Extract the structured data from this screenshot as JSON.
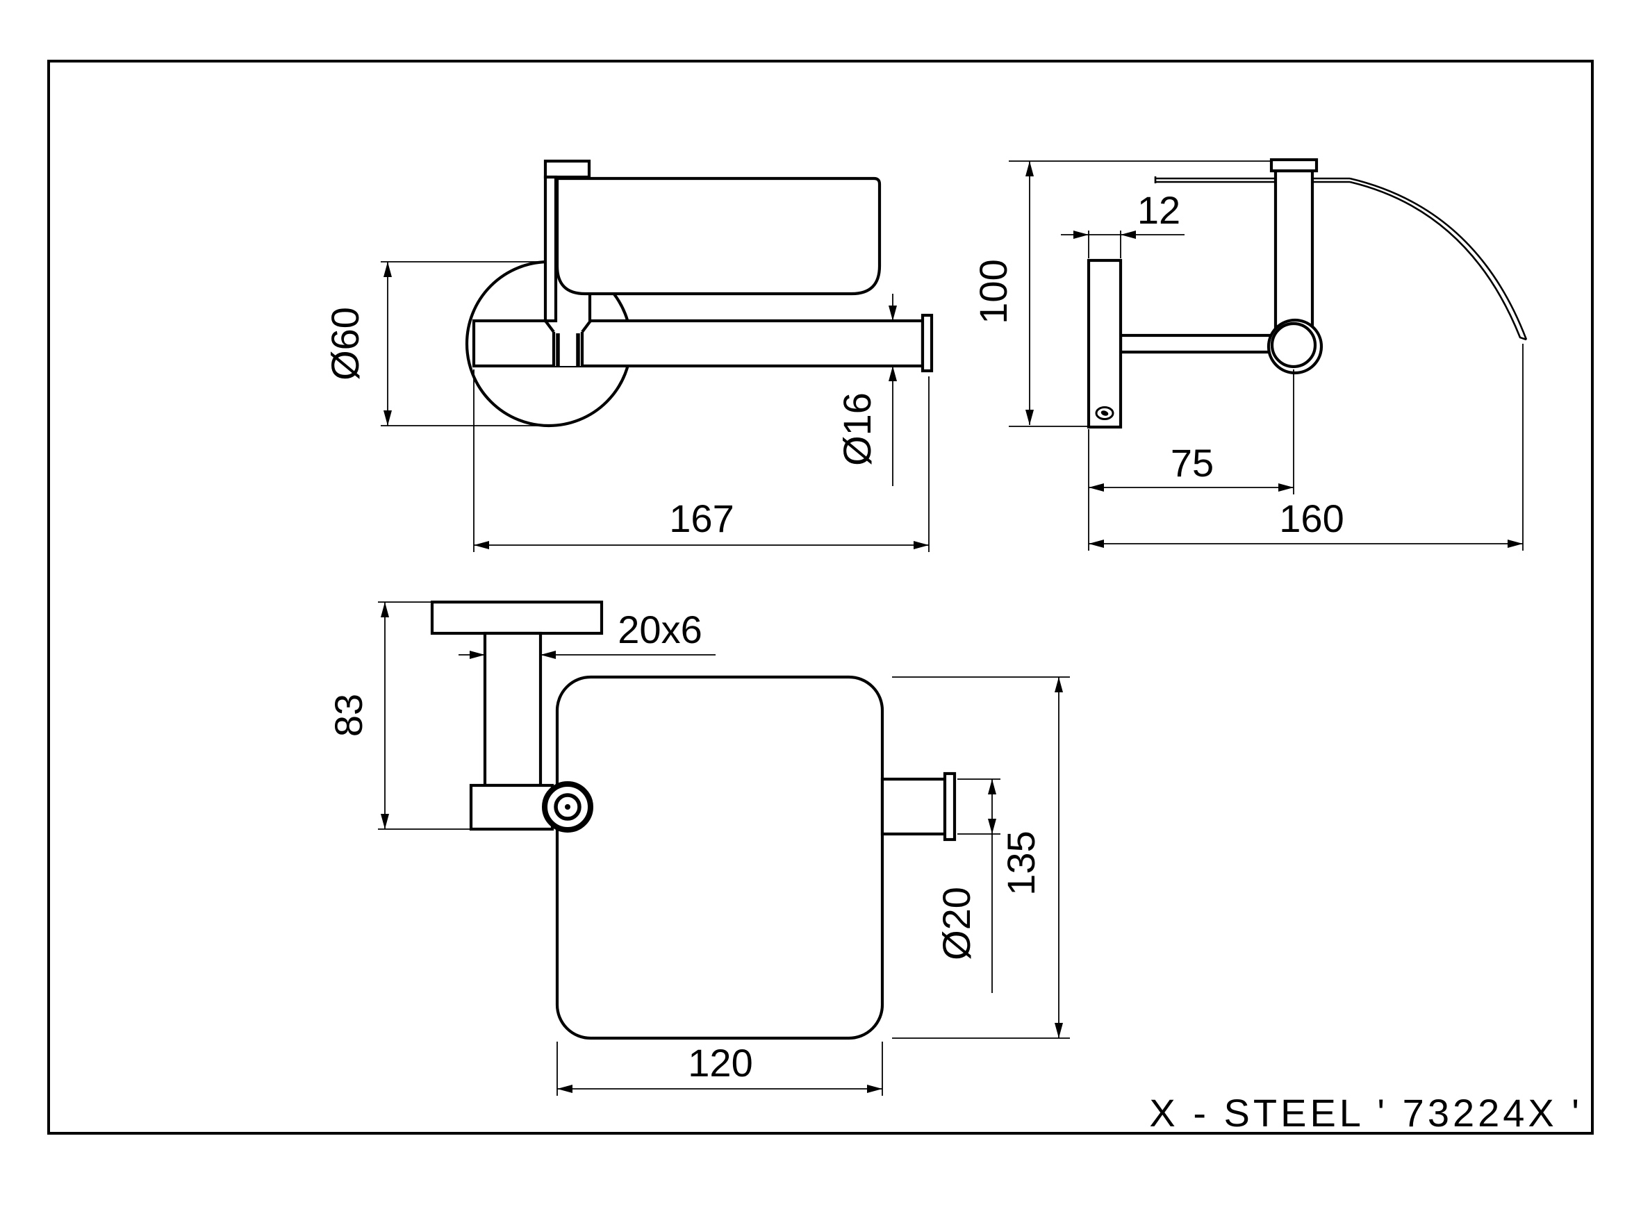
{
  "drawing_title": "X - STEEL ' 73224X '",
  "colors": {
    "ink": "#000000",
    "paper": "#ffffff"
  },
  "views": {
    "front": {
      "dims": {
        "flange_diameter": "Ø60",
        "bar_diameter": "Ø16",
        "bar_length": "167"
      }
    },
    "side": {
      "dims": {
        "plate_thickness": "12",
        "overall_height": "100",
        "wall_to_axis": "75",
        "overall_depth": "160"
      }
    },
    "top": {
      "dims": {
        "arm_section": "20x6",
        "arm_projection": "83",
        "stub_diameter": "Ø20",
        "cover_depth": "135",
        "cover_width": "120"
      }
    }
  }
}
